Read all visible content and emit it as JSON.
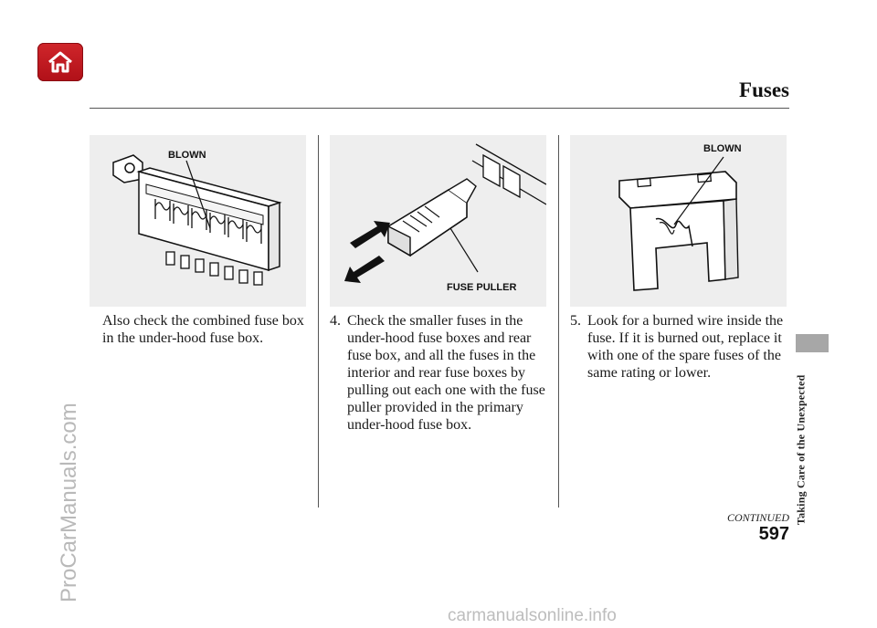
{
  "header": {
    "title": "Fuses",
    "home_icon": "home-icon"
  },
  "columns": [
    {
      "figure_labels": [
        "BLOWN"
      ],
      "text": "Also check the combined fuse box in the under-hood fuse box."
    },
    {
      "figure_labels": [
        "FUSE PULLER"
      ],
      "step": "4.",
      "text": "Check the smaller fuses in the under-hood fuse boxes and rear fuse box, and all the fuses in the interior and rear fuse boxes by pulling out each one with the fuse puller provided in the primary under-hood fuse box."
    },
    {
      "figure_labels": [
        "BLOWN"
      ],
      "step": "5.",
      "text": "Look for a burned wire inside the fuse. If it is burned out, replace it with one of the spare fuses of the same rating or lower."
    }
  ],
  "side": {
    "section": "Taking Care of the Unexpected"
  },
  "footer": {
    "continued": "CONTINUED",
    "page_number": "597"
  },
  "watermarks": {
    "vertical": "ProCarManuals.com",
    "bottom": "carmanualsonline.info"
  },
  "colors": {
    "home_button": "#c0181f",
    "figure_bg": "#eeeeee",
    "tab": "#a7a7a7"
  }
}
